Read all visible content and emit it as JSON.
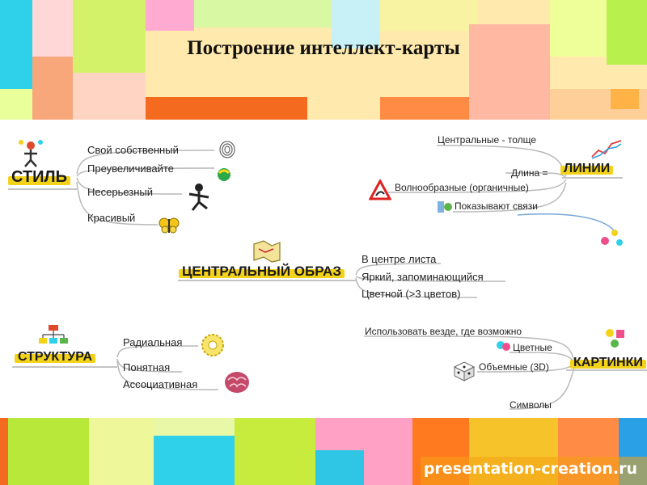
{
  "slide": {
    "title": "Построение интеллект-карты",
    "watermark": "presentation-creation.ru"
  },
  "mindmap": {
    "style": {
      "hub": "СТИЛЬ",
      "branches": [
        "Свой собственный",
        "Преувеличивайте",
        "Несерьезный",
        "Красивый"
      ]
    },
    "lines": {
      "hub": "ЛИНИИ",
      "branches": [
        "Центральные - толще",
        "Длина =",
        "Волнообразные (органичные)",
        "Показывают связи"
      ]
    },
    "central": {
      "hub": "ЦЕНТРАЛЬНЫЙ ОБРАЗ",
      "branches": [
        "В центре листа",
        "Яркий, запоминающийся",
        "Цветной (>3 цветов)"
      ]
    },
    "structure": {
      "hub": "СТРУКТУРА",
      "branches": [
        "Радиальная",
        "Понятная",
        "Ассоциативная"
      ]
    },
    "pictures": {
      "hub": "КАРТИНКИ",
      "branches": [
        "Использовать везде, где возможно",
        "Цветные",
        "Объемные (3D)",
        "Символы"
      ]
    }
  },
  "colors": {
    "highlight": "#f3d21a",
    "accent_orange": "#f46b1f",
    "accent_green": "#a7d63a",
    "accent_cyan": "#2fd0ea",
    "accent_pink": "#ee4f8a"
  }
}
